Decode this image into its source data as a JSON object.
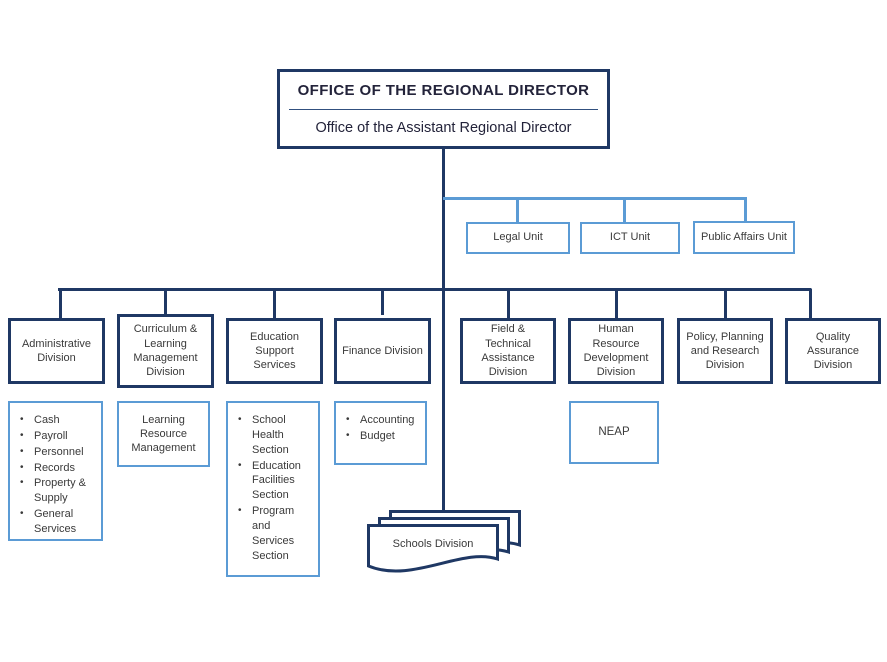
{
  "header": {
    "line1": "OFFICE OF THE REGIONAL DIRECTOR",
    "line2": "Office of the Assistant Regional Director"
  },
  "units": [
    {
      "label": "Legal Unit"
    },
    {
      "label": "ICT Unit"
    },
    {
      "label": "Public Affairs Unit"
    }
  ],
  "divisions": [
    {
      "label": "Administrative Division"
    },
    {
      "label": "Curriculum & Learning Management Division"
    },
    {
      "label": "Education Support Services"
    },
    {
      "label": "Finance Division"
    },
    {
      "label": "Field & Technical Assistance Division"
    },
    {
      "label": "Human Resource Development Division"
    },
    {
      "label": "Policy, Planning and Research Division"
    },
    {
      "label": "Quality Assurance Division"
    }
  ],
  "subunits": {
    "administrative_list": [
      "Cash",
      "Payroll",
      "Personnel",
      "Records",
      "Property & Supply",
      "General Services"
    ],
    "curriculum_box": "Learning Resource Management",
    "education_support_list": [
      "School Health Section",
      "Education Facilities Section",
      "Program and Services Section"
    ],
    "finance_list": [
      "Accounting",
      "Budget"
    ],
    "hrd_box": "NEAP"
  },
  "schools_division": {
    "label": "Schools Division"
  },
  "colors": {
    "navy": "#1F3864",
    "light_blue": "#5B9BD5",
    "text": "#3A3A3A"
  }
}
